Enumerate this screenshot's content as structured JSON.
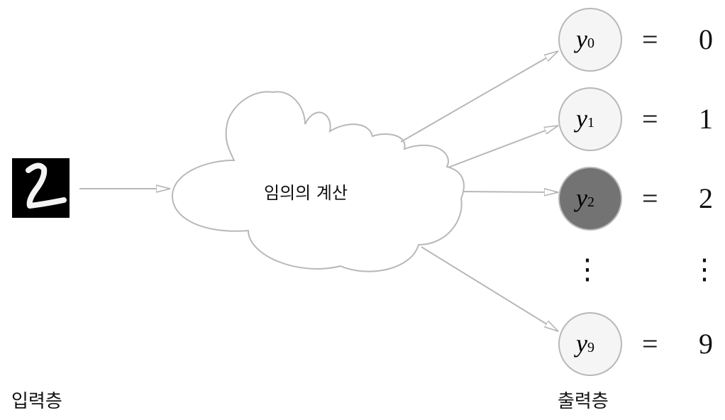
{
  "input_label": "입력층",
  "output_label": "출력층",
  "cloud_label": "임의의 계산",
  "input_digit": "2",
  "outputs": [
    {
      "var": "y",
      "sub": "0",
      "value": "0",
      "active": false
    },
    {
      "var": "y",
      "sub": "1",
      "value": "1",
      "active": false
    },
    {
      "var": "y",
      "sub": "2",
      "value": "2",
      "active": true
    },
    {
      "var": "y",
      "sub": "9",
      "value": "9",
      "active": false
    }
  ],
  "equals": "=",
  "ellipsis": "⋮",
  "colors": {
    "line": "#b8b8b8",
    "node": "#f5f5f5",
    "active_node": "#737373"
  }
}
